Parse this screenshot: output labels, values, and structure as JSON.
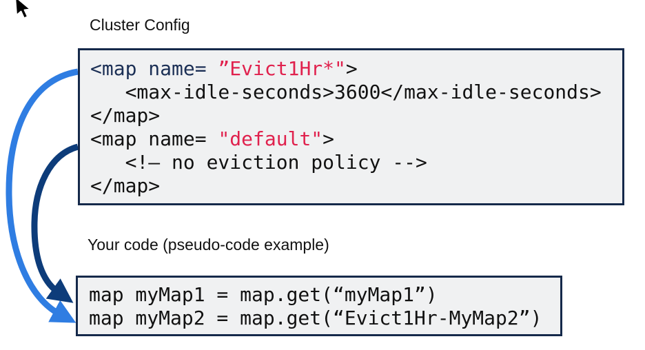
{
  "titles": {
    "cluster_config": "Cluster Config",
    "your_code": "Your code (pseudo-code example)"
  },
  "colors": {
    "code_black": "#111111",
    "code_navy": "#1b2f55",
    "code_red": "#e0214d",
    "arrow_blue": "#2f7de2",
    "arrow_navy": "#0d3c7a",
    "box_border": "#15294a",
    "box_bg": "#f0f1f2"
  },
  "cluster_box": {
    "lines": [
      [
        {
          "t": "<map name= ",
          "c": "code_navy"
        },
        {
          "t": "”Evict1Hr*\"",
          "c": "code_red"
        },
        {
          "t": ">",
          "c": "code_black"
        }
      ],
      [
        {
          "t": "   <max-idle-seconds>3600</max-idle-seconds>",
          "c": "code_black"
        }
      ],
      [
        {
          "t": "</map>",
          "c": "code_black"
        }
      ],
      [
        {
          "t": "<map name= ",
          "c": "code_black"
        },
        {
          "t": "\"default\"",
          "c": "code_red"
        },
        {
          "t": ">",
          "c": "code_black"
        }
      ],
      [
        {
          "t": "   <!– no eviction policy -->",
          "c": "code_black"
        }
      ],
      [
        {
          "t": "</map>",
          "c": "code_black"
        }
      ]
    ]
  },
  "user_box": {
    "lines": [
      [
        {
          "t": "map myMap1 = map.get(“myMap1”)",
          "c": "code_black"
        }
      ],
      [
        {
          "t": "map myMap2 = map.get(“Evict1Hr-MyMap2”)",
          "c": "code_black"
        }
      ]
    ]
  },
  "arrows": [
    {
      "name": "evict1hr-wildcard-to-mymap2",
      "color": "arrow_blue"
    },
    {
      "name": "default-map-to-mymap1",
      "color": "arrow_navy"
    }
  ]
}
